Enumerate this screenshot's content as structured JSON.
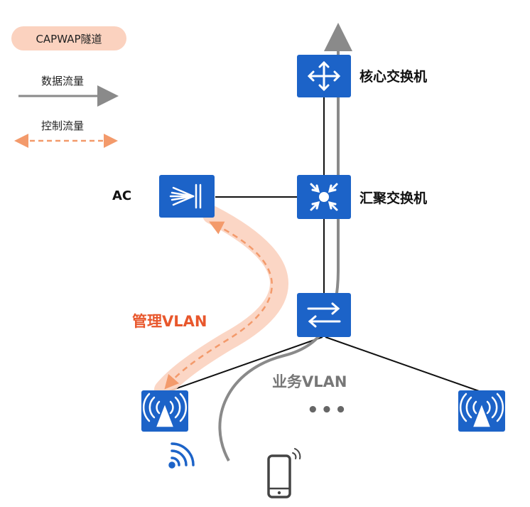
{
  "legend": {
    "capwap_tunnel": "CAPWAP隧道",
    "data_flow": "数据流量",
    "control_flow": "控制流量"
  },
  "nodes": {
    "core_switch": "核心交换机",
    "aggregation_switch": "汇聚交换机",
    "ac": "AC"
  },
  "labels": {
    "management_vlan": "管理VLAN",
    "service_vlan": "业务VLAN",
    "ellipsis": "•••"
  },
  "colors": {
    "device_blue": "#1c63c8",
    "tunnel_peach": "#fbd2bf",
    "control_orange": "#f39a6b",
    "data_gray": "#8a8a8a",
    "mgmt_text": "#e8572c"
  },
  "icons": {
    "core_switch": "router-icon",
    "aggregation_switch": "aggregation-switch-icon",
    "access_switch": "switch-arrows-icon",
    "ac": "access-controller-icon",
    "ap": "wireless-ap-icon",
    "client": "smartphone-icon",
    "signal": "wifi-signal-icon"
  }
}
